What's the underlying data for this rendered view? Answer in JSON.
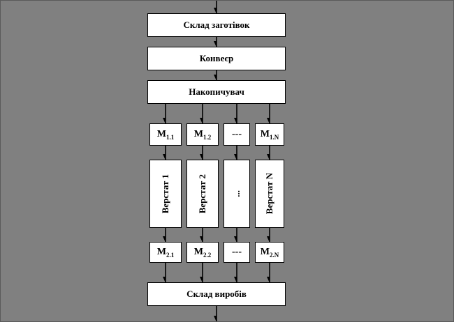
{
  "colors": {
    "background": "#808080",
    "box_background": "#ffffff",
    "box_border": "#000000",
    "arrow": "#000000"
  },
  "flow": {
    "top": [
      {
        "label": "Склад заготівок"
      },
      {
        "label": "Конвеєр"
      },
      {
        "label": "Накопичувач"
      }
    ],
    "m_row_1": [
      {
        "base": "М",
        "sub": "1.1"
      },
      {
        "base": "М",
        "sub": "1.2"
      },
      {
        "base": "---",
        "sub": ""
      },
      {
        "base": "М",
        "sub": "1.N"
      }
    ],
    "machines": [
      "Верстат 1",
      "Верстат 2",
      "...",
      "Верстат N"
    ],
    "m_row_2": [
      {
        "base": "М",
        "sub": "2.1"
      },
      {
        "base": "М",
        "sub": "2.2"
      },
      {
        "base": "---",
        "sub": ""
      },
      {
        "base": "М",
        "sub": "2.N"
      }
    ],
    "bottom": {
      "label": "Склад виробів"
    }
  }
}
